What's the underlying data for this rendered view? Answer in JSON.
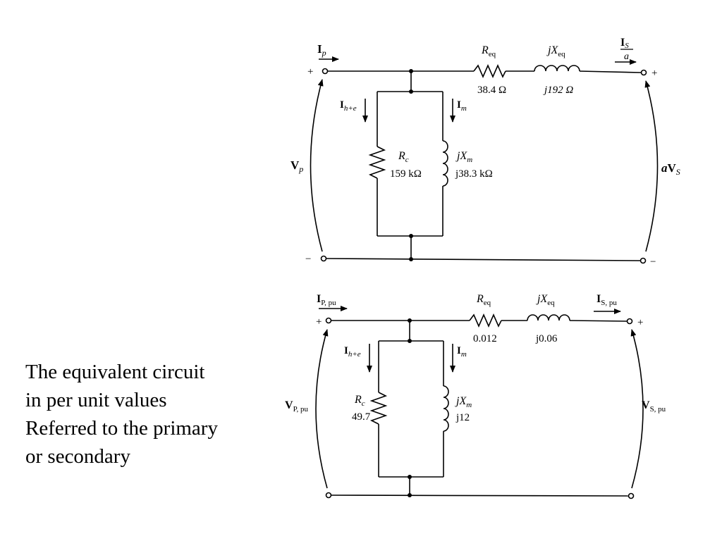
{
  "caption": {
    "lines": [
      "The equivalent circuit",
      "in per unit values",
      "Referred to the primary",
      "or secondary"
    ]
  },
  "top_circuit": {
    "ip": "I",
    "ip_sub": "p",
    "plus_left": "+",
    "minus_left": "−",
    "plus_right": "+",
    "minus_right": "−",
    "req_label": "R",
    "req_sub": "eq",
    "req_value": "38.4 Ω",
    "xeq_label": "jX",
    "xeq_sub": "eq",
    "xeq_value": "j192 Ω",
    "is_num": "I",
    "is_num_sub": "S",
    "is_den": "a",
    "ihe": "I",
    "ihe_sub": "h+e",
    "im": "I",
    "im_sub": "m",
    "rc_label": "R",
    "rc_sub": "c",
    "rc_value": "159 kΩ",
    "xm_label": "jX",
    "xm_sub": "m",
    "xm_value": "j38.3 kΩ",
    "vp": "V",
    "vp_sub": "p",
    "avs_a": "a",
    "avs_v": "V",
    "avs_sub": "S"
  },
  "bottom_circuit": {
    "ip": "I",
    "ip_sub": "P, pu",
    "plus_left": "+",
    "plus_right": "+",
    "req_label": "R",
    "req_sub": "eq",
    "req_value": "0.012",
    "xeq_label": "jX",
    "xeq_sub": "eq",
    "xeq_value": "j0.06",
    "is": "I",
    "is_sub": "S, pu",
    "ihe": "I",
    "ihe_sub": "h+e",
    "im": "I",
    "im_sub": "m",
    "rc_label": "R",
    "rc_sub": "c",
    "rc_value": "49.7",
    "xm_label": "jX",
    "xm_sub": "m",
    "xm_value": "j12",
    "vp": "V",
    "vp_sub": "P, pu",
    "vs": "V",
    "vs_sub": "S, pu"
  }
}
